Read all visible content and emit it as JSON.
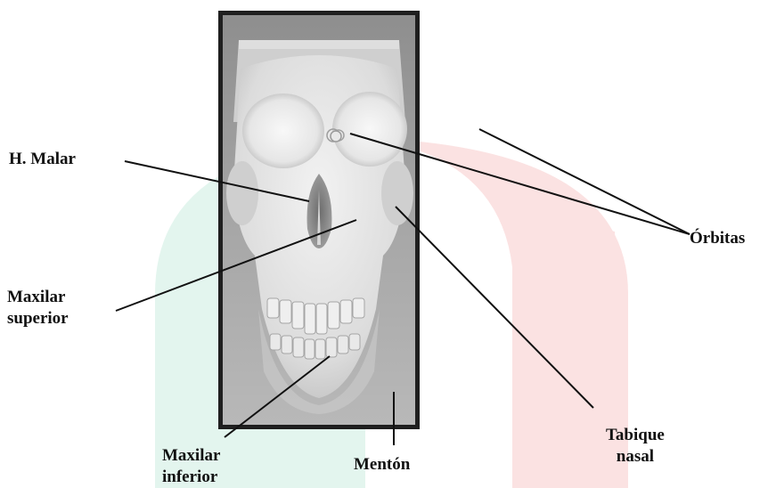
{
  "labels": {
    "h_malar": "H. Malar",
    "maxilar_superior": [
      "Maxilar",
      "superior"
    ],
    "maxilar_inferior": [
      "Maxilar",
      "inferior"
    ],
    "menton": "Mentón",
    "tabique_nasal": [
      "Tabique",
      "nasal"
    ],
    "orbitas": "Órbitas"
  },
  "colors": {
    "arch_left": "#e3f5ee",
    "arch_right": "#fbe2e2",
    "frame": "#1f1f1f",
    "leader_line": "#111111"
  }
}
